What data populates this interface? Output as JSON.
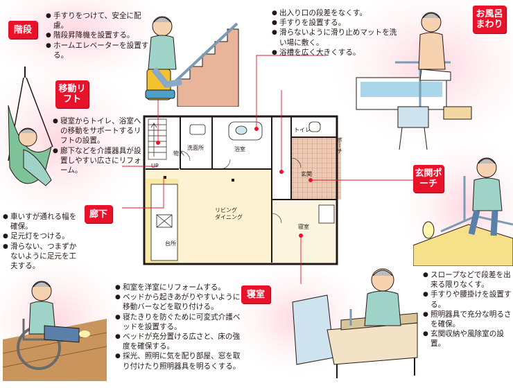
{
  "sections": {
    "stairs": {
      "label": "階段",
      "items": [
        "手すりをつけて、安全に配慮。",
        "階段昇降機を設置する。",
        "ホームエレベーターを設置する。"
      ]
    },
    "bath": {
      "label": "お風呂まわり",
      "items": [
        "出入り口の段差をなくす。",
        "手すりを設置する。",
        "滑らないように滑り止めマットを洗い場に敷く。",
        "浴槽を広く大きくする。"
      ]
    },
    "lift": {
      "label": "移動リフト",
      "items": [
        "寝室からトイレ、浴室への移動をサポートするリフトの設置。",
        "廊下などを介護器具が設置しやすい広さにリフォーム。"
      ]
    },
    "hallway": {
      "label": "廊下",
      "items": [
        "車いすが通れる幅を確保。",
        "足元灯をつける。",
        "滑らない、つまずかないように足元を工夫する。"
      ]
    },
    "entrance": {
      "label": "玄関ポーチ",
      "items": [
        "スロープなどで段差を出来る限りなくす。",
        "手すりや腰掛けを設置する。",
        "照明器具で充分な明るさを確保。",
        "玄関収納や風除室の設置。"
      ]
    },
    "bedroom": {
      "label": "寝室",
      "items": [
        "和室を洋室にリフォームする。",
        "ベッドから起きあがりやすいように移動バーなどを取り付ける。",
        "寝たきりを防ぐために可変式介護ベッドを設置する。",
        "ベッドが充分置ける広さと、床の強度を確保する。",
        "採光、照明に気を配り部屋、窓を取り付けたり照明器具を明るくする。"
      ]
    }
  },
  "floor_plan": {
    "rooms": {
      "storage": "物入",
      "washroom": "洗面所",
      "bathroom": "浴室",
      "toilet": "トイレ",
      "porch": "ポーチ",
      "entrance": "玄関",
      "living": "リビング\nダイニング",
      "kitchen": "台所",
      "bedroom": "寝室",
      "up": "UP"
    }
  },
  "colors": {
    "accent": "#e8122a",
    "glow": "#ffd6e0",
    "floor_living": "#fdf3d2",
    "floor_entrance": "#eec9b4",
    "floor_kitchen": "#f7e9a8"
  }
}
